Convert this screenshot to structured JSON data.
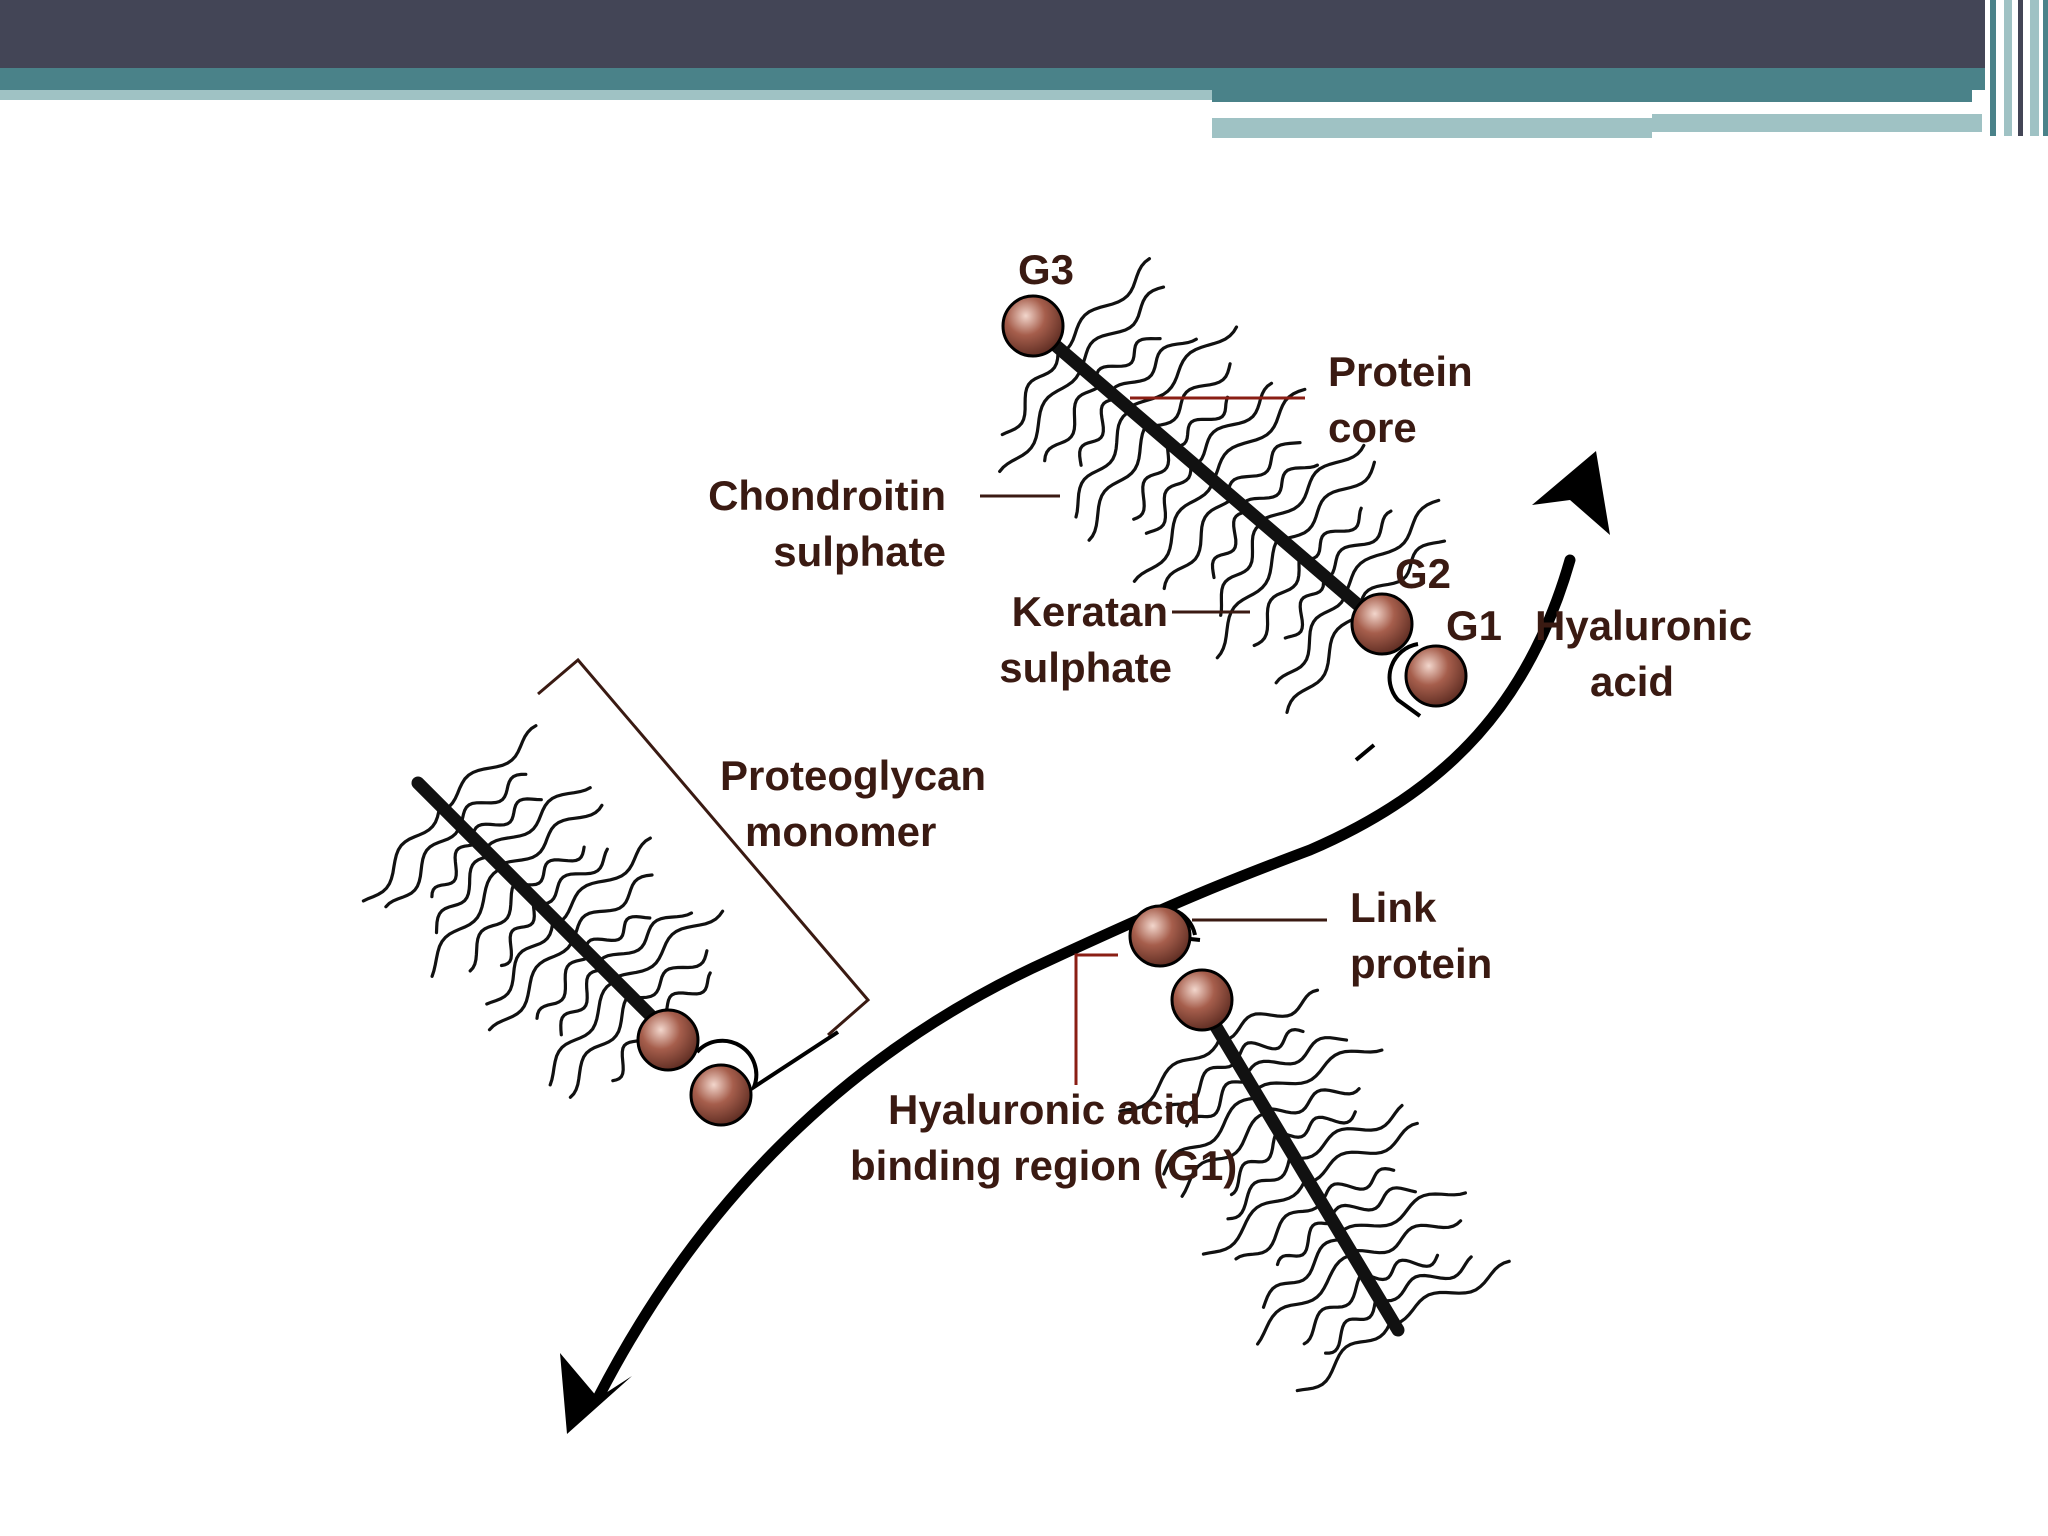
{
  "theme": {
    "header_dark": "#434556",
    "header_teal": "#4a8289",
    "header_light": "#9fc2c4",
    "globule_fill": "#a65e4c",
    "globule_highlight": "#f2d6cc",
    "label_color": "#3a1a12",
    "leader_red": "#8a1e14"
  },
  "labels": {
    "g3": "G3",
    "g2": "G2",
    "g1": "G1",
    "protein_core_1": "Protein",
    "protein_core_2": "core",
    "chondroitin_1": "Chondroitin",
    "chondroitin_2": "sulphate",
    "keratan_1": "Keratan",
    "keratan_2": "sulphate",
    "hyaluronic_1": "Hyaluronic",
    "hyaluronic_2": "acid",
    "proteoglycan_1": "Proteoglycan",
    "proteoglycan_2": "monomer",
    "link_1": "Link",
    "link_2": "protein",
    "habr_1": "Hyaluronic acid",
    "habr_2": "binding region (G1)"
  }
}
